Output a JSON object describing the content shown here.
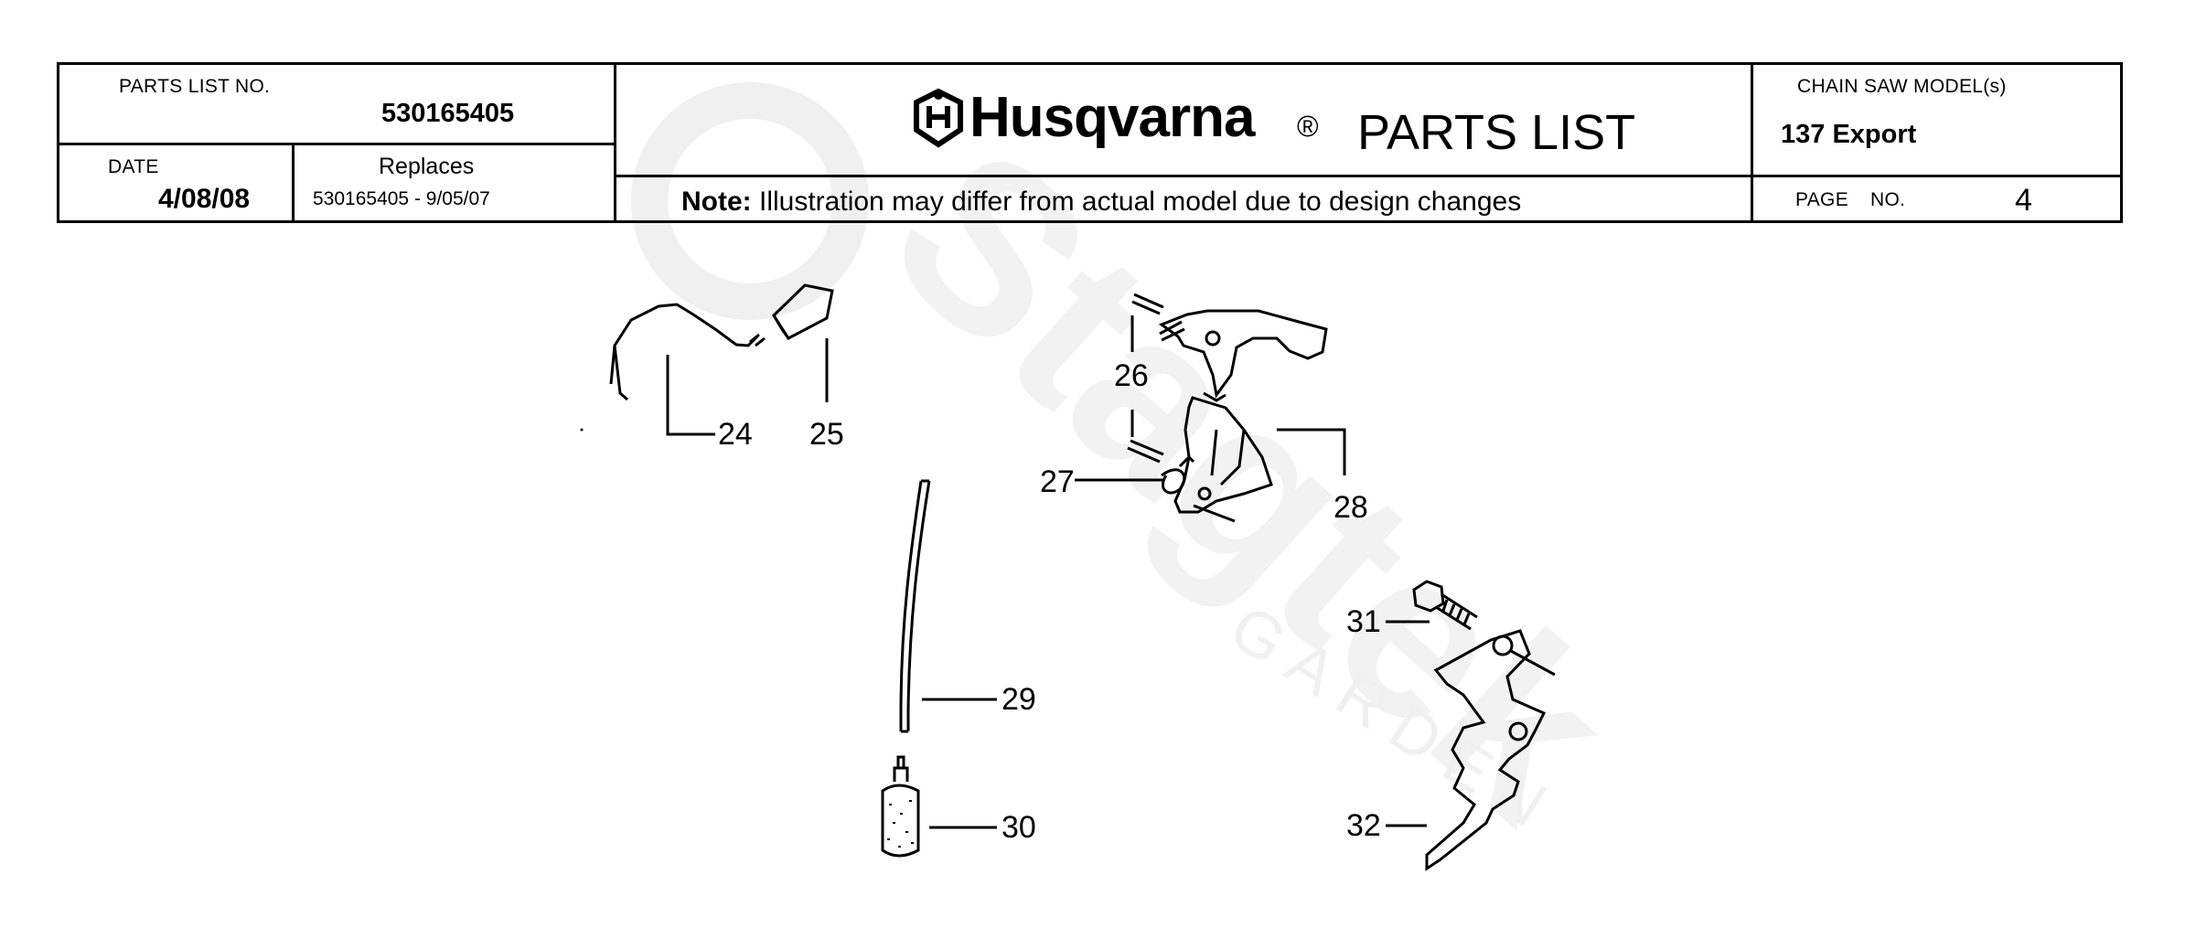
{
  "header": {
    "parts_list_no_label": "PARTS LIST NO.",
    "parts_list_no": "530165405",
    "date_label": "DATE",
    "date": "4/08/08",
    "replaces_label": "Replaces",
    "replaces": "530165405 - 9/05/07",
    "brand": "Husqvarna",
    "brand_mark": "®",
    "title": "PARTS LIST",
    "note_label": "Note:",
    "note": "Illustration may differ from actual model due to design changes",
    "model_label": "CHAIN SAW MODEL(s)",
    "model": "137 Export",
    "page_label": "PAGE",
    "page_no_label": "NO.",
    "page_no": "4"
  },
  "callouts": [
    "24",
    "25",
    "26",
    "27",
    "28",
    "29",
    "30",
    "31",
    "32"
  ],
  "watermark": {
    "brand": "Stagtek",
    "sub": "GARDEN"
  },
  "colors": {
    "ink": "#000000",
    "watermark": "#efefef"
  }
}
